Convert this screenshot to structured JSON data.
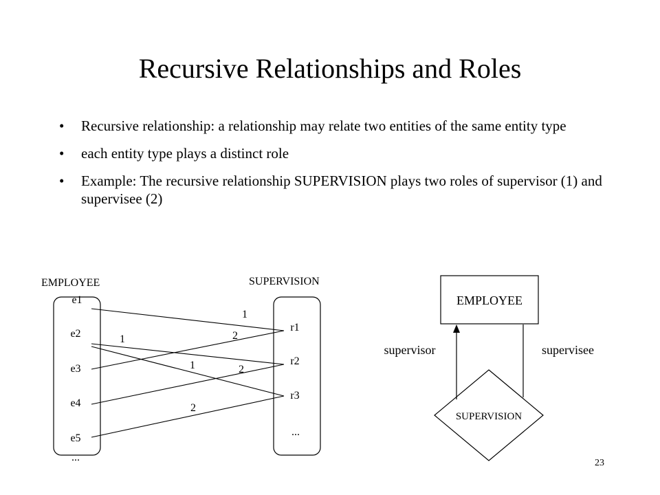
{
  "slide": {
    "title": "Recursive Relationships and Roles",
    "page_number": "23"
  },
  "bullets": [
    "Recursive relationship: a relationship may relate two entities of the same entity type",
    "each entity type plays a distinct role",
    "Example:  The recursive relationship SUPERVISION plays two roles of supervisor (1) and supervisee (2)"
  ],
  "instance_diagram": {
    "employee_label": "EMPLOYEE",
    "supervision_label": "SUPERVISION",
    "employees": [
      "e1",
      "e2",
      "e3",
      "e4",
      "e5",
      "..."
    ],
    "relationships": [
      "r1",
      "r2",
      "r3",
      "..."
    ],
    "role_labels": [
      "1",
      "2",
      "1",
      "2",
      "1",
      "2"
    ]
  },
  "er_diagram": {
    "entity": "EMPLOYEE",
    "relationship": "SUPERVISION",
    "role_left": "supervisor",
    "role_right": "supervisee"
  }
}
